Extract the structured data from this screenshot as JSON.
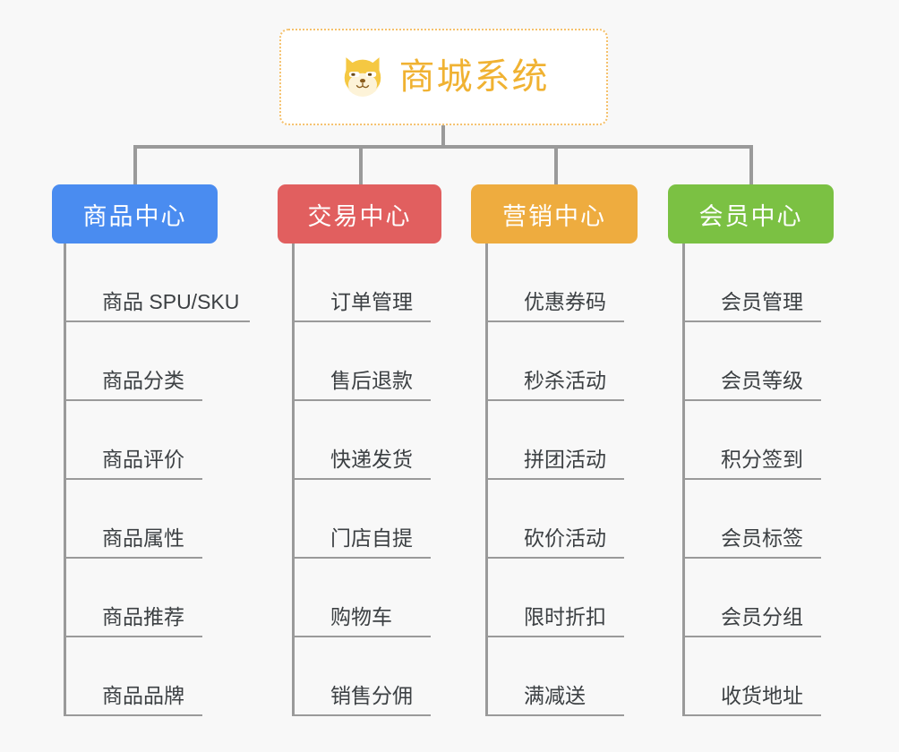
{
  "background_color": "#f8f8f8",
  "root": {
    "title": "商城系统",
    "icon": "shiba-dog-icon",
    "text_color": "#f0b232",
    "border_color": "#f5c16c",
    "fill_color": "#ffffff"
  },
  "branches": [
    {
      "label": "商品中心",
      "color": "#4a8cf0",
      "items": [
        "商品 SPU/SKU",
        "商品分类",
        "商品评价",
        "商品属性",
        "商品推荐",
        "商品品牌"
      ]
    },
    {
      "label": "交易中心",
      "color": "#e15f5f",
      "items": [
        "订单管理",
        "售后退款",
        "快递发货",
        "门店自提",
        "购物车",
        "销售分佣"
      ]
    },
    {
      "label": "营销中心",
      "color": "#eeac3f",
      "items": [
        "优惠券码",
        "秒杀活动",
        "拼团活动",
        "砍价活动",
        "限时折扣",
        "满减送"
      ]
    },
    {
      "label": "会员中心",
      "color": "#7bc143",
      "items": [
        "会员管理",
        "会员等级",
        "积分签到",
        "会员标签",
        "会员分组",
        "收货地址"
      ]
    }
  ],
  "connector_color": "#9a9a9a"
}
